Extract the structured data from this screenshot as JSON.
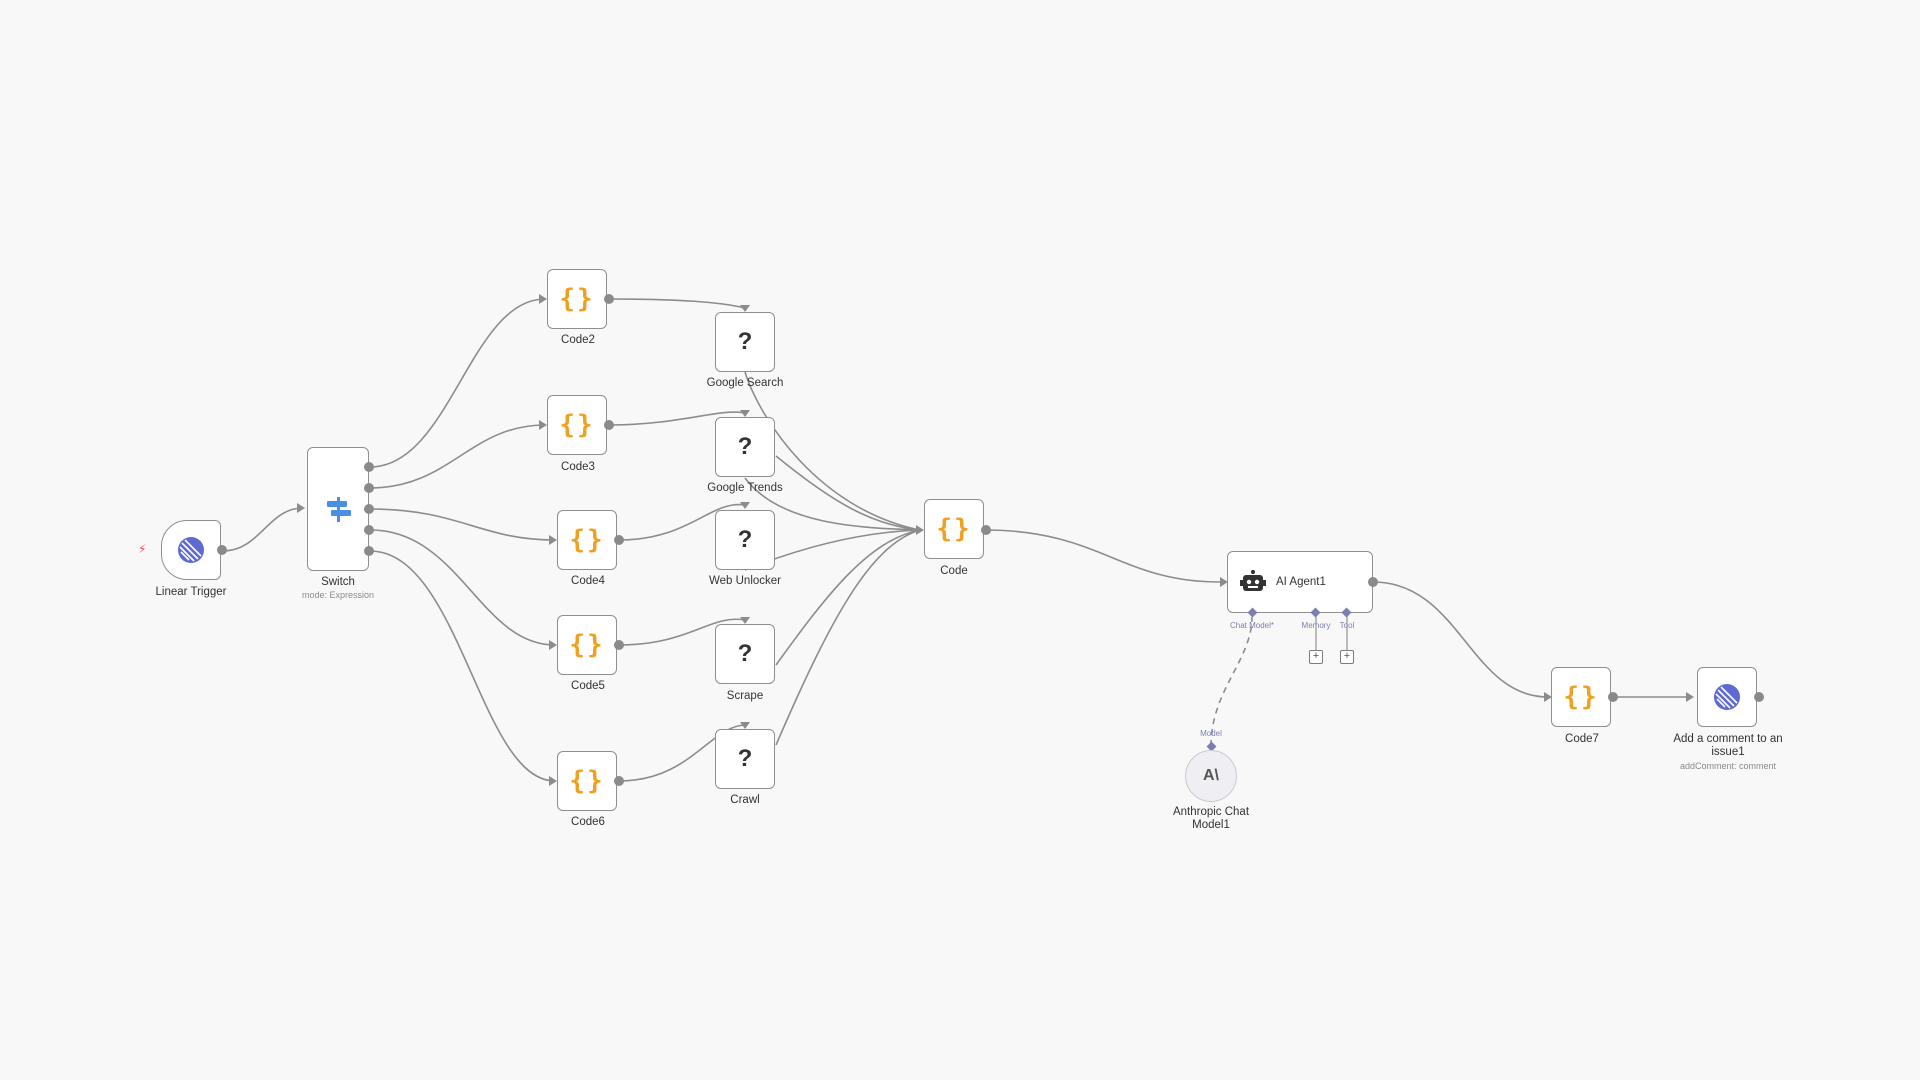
{
  "nodes": {
    "linear_trigger": {
      "label": "Linear Trigger"
    },
    "switch": {
      "label": "Switch",
      "sublabel": "mode: Expression"
    },
    "code2": {
      "label": "Code2"
    },
    "code3": {
      "label": "Code3"
    },
    "code4": {
      "label": "Code4"
    },
    "code5": {
      "label": "Code5"
    },
    "code6": {
      "label": "Code6"
    },
    "google_search": {
      "label": "Google Search"
    },
    "google_trends": {
      "label": "Google Trends"
    },
    "web_unlocker": {
      "label": "Web Unlocker"
    },
    "scrape": {
      "label": "Scrape"
    },
    "crawl": {
      "label": "Crawl"
    },
    "code": {
      "label": "Code"
    },
    "ai_agent": {
      "label": "AI Agent1",
      "ports": {
        "chat_model": "Chat Model*",
        "memory": "Memory",
        "tool": "Tool"
      }
    },
    "anthropic": {
      "label_line1": "Anthropic Chat",
      "label_line2": "Model1",
      "port": "Model",
      "icon_text": "A\\"
    },
    "code7": {
      "label": "Code7"
    },
    "add_comment": {
      "label_line1": "Add a comment to an",
      "label_line2": "issue1",
      "sublabel": "addComment: comment"
    }
  },
  "icons": {
    "code": "code-braces-icon",
    "unknown": "question-mark-icon",
    "linear": "linear-logo-icon",
    "switch": "switch-signpost-icon",
    "agent": "robot-icon",
    "anthropic": "anthropic-logo-icon",
    "trigger": "lightning-bolt-icon"
  },
  "colors": {
    "canvas_bg": "#f8f8f8",
    "code_icon": "#f0a020",
    "linear_brand": "#5e6ad2",
    "switch_icon": "#4a90e2",
    "ai_port": "#7c7fae",
    "trigger_bolt": "#ef5b5b",
    "connection": "#8c8c8c"
  }
}
